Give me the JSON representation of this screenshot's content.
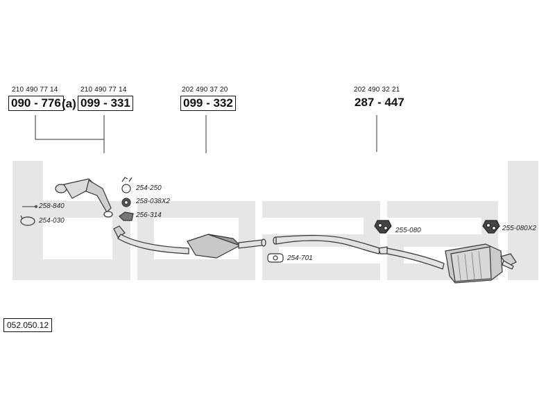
{
  "watermark": {
    "text": "bosal",
    "color": "#e6e6e6"
  },
  "oe_numbers": [
    {
      "key": "oe1",
      "text": "210 490 77 14"
    },
    {
      "key": "oe2",
      "text": "210 490 77 14"
    },
    {
      "key": "oe3",
      "text": "202 490 37 20"
    },
    {
      "key": "oe4",
      "text": "202 490 32 21"
    }
  ],
  "part_numbers": {
    "p1": "090 - 776",
    "paren": "(a)",
    "p2": "099 - 331",
    "p3": "099 - 332",
    "p4": "287 - 447"
  },
  "accessories": {
    "a1": "254-250",
    "a2": "258-038X2",
    "a3": "256-314",
    "a4": "258-840",
    "a5": "254-030",
    "a6": "254-701",
    "a7": "255-080",
    "a8": "255-080X2"
  },
  "diagram_code": "052.050.12"
}
